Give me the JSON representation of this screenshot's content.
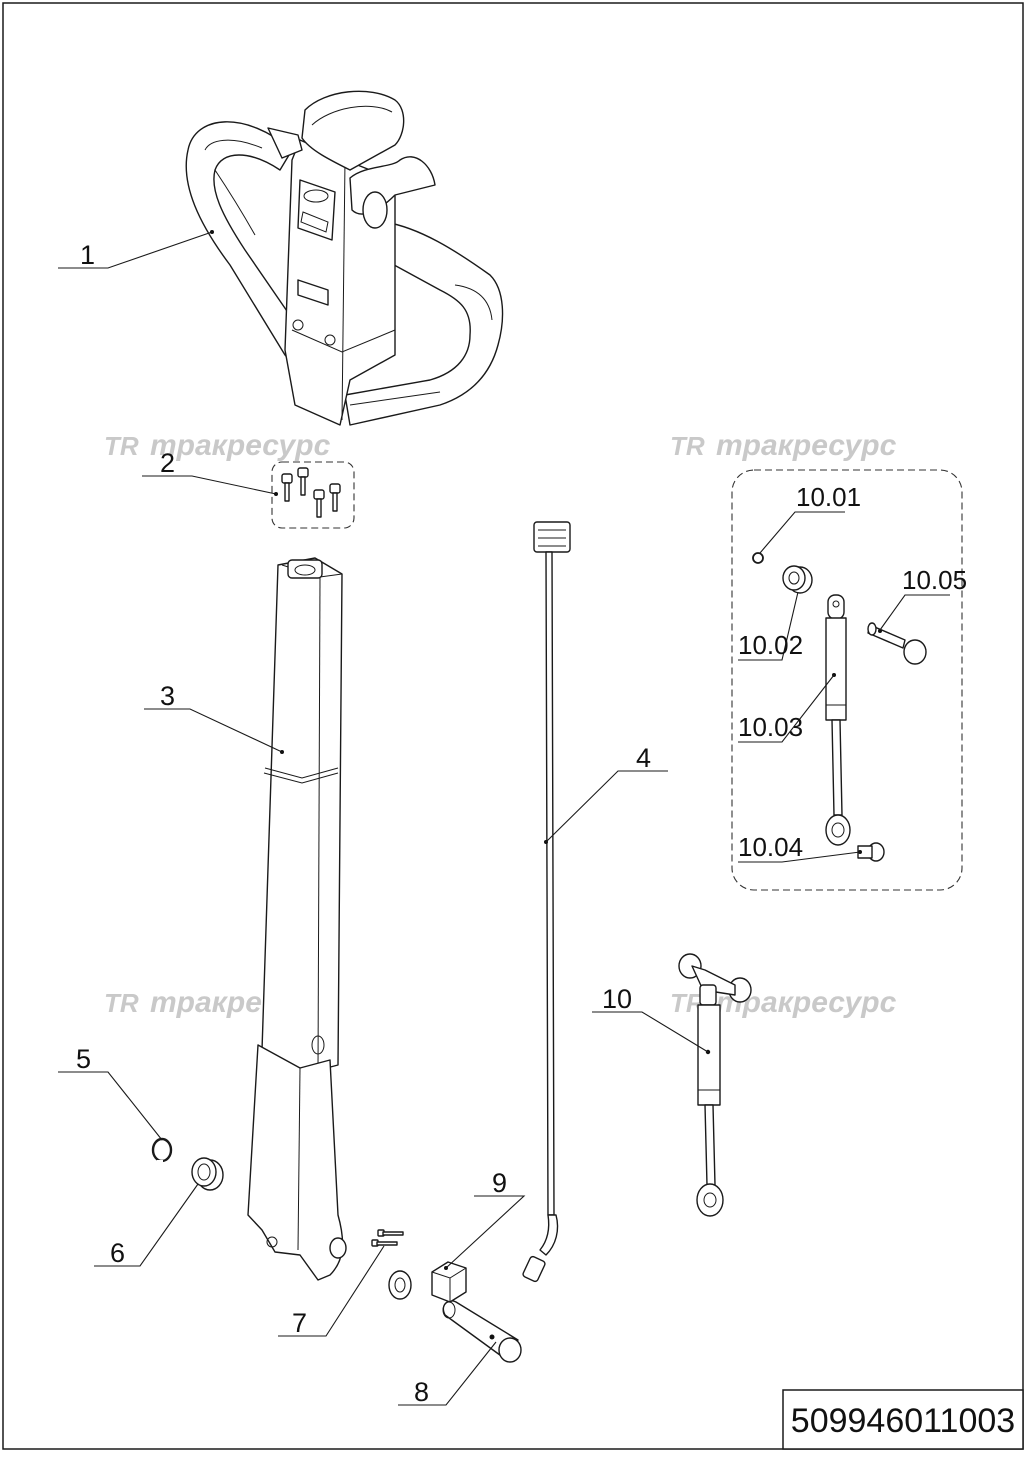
{
  "drawing": {
    "document_number": "509946011003",
    "watermark": {
      "logo": "TR",
      "text": "тракресурс"
    },
    "callouts": [
      {
        "id": "c1",
        "label": "1"
      },
      {
        "id": "c2",
        "label": "2"
      },
      {
        "id": "c3",
        "label": "3"
      },
      {
        "id": "c4",
        "label": "4"
      },
      {
        "id": "c5",
        "label": "5"
      },
      {
        "id": "c6",
        "label": "6"
      },
      {
        "id": "c7",
        "label": "7"
      },
      {
        "id": "c8",
        "label": "8"
      },
      {
        "id": "c9",
        "label": "9"
      },
      {
        "id": "c10",
        "label": "10"
      }
    ],
    "subassembly": {
      "callouts": [
        {
          "id": "s1",
          "label": "10.01"
        },
        {
          "id": "s2",
          "label": "10.02"
        },
        {
          "id": "s3",
          "label": "10.03"
        },
        {
          "id": "s4",
          "label": "10.04"
        },
        {
          "id": "s5",
          "label": "10.05"
        }
      ]
    }
  }
}
